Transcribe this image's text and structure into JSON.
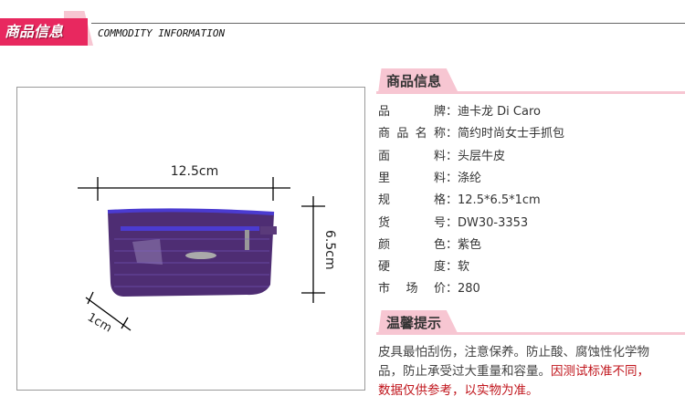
{
  "header": {
    "title_cn": "商品信息",
    "title_en": "COMMODITY INFORMATION"
  },
  "product_image": {
    "width_label": "12.5cm",
    "height_label": "6.5cm",
    "depth_label": "1cm",
    "colors": {
      "bag": "#4e2d73",
      "zip": "#4b3bd0"
    }
  },
  "info": {
    "title": "商品信息",
    "rows": [
      {
        "key": "品　　牌",
        "value": "迪卡龙 Di Caro"
      },
      {
        "key": "商品名称",
        "value": "简约时尚女士手抓包"
      },
      {
        "key": "面　　料",
        "value": "头层牛皮"
      },
      {
        "key": "里　　料",
        "value": "涤纶"
      },
      {
        "key": "规　　格",
        "value": "12.5*6.5*1cm"
      },
      {
        "key": "货　　号",
        "value": "DW30-3353"
      },
      {
        "key": "颜　　色",
        "value": "紫色"
      },
      {
        "key": "硬　　度",
        "value": "软"
      },
      {
        "key": "市 场 价",
        "value": "280"
      }
    ]
  },
  "tips": {
    "title": "温馨提示",
    "text": "皮具最怕刮伤，注意保养。防止酸、腐蚀性化学物品，防止承受过大重量和容量。",
    "warning": "因测试标准不同，数据仅供参考，以实物为准。"
  },
  "colors": {
    "accent": "#e8285f",
    "tab": "#f7c6d2",
    "warning": "#c0141b"
  }
}
